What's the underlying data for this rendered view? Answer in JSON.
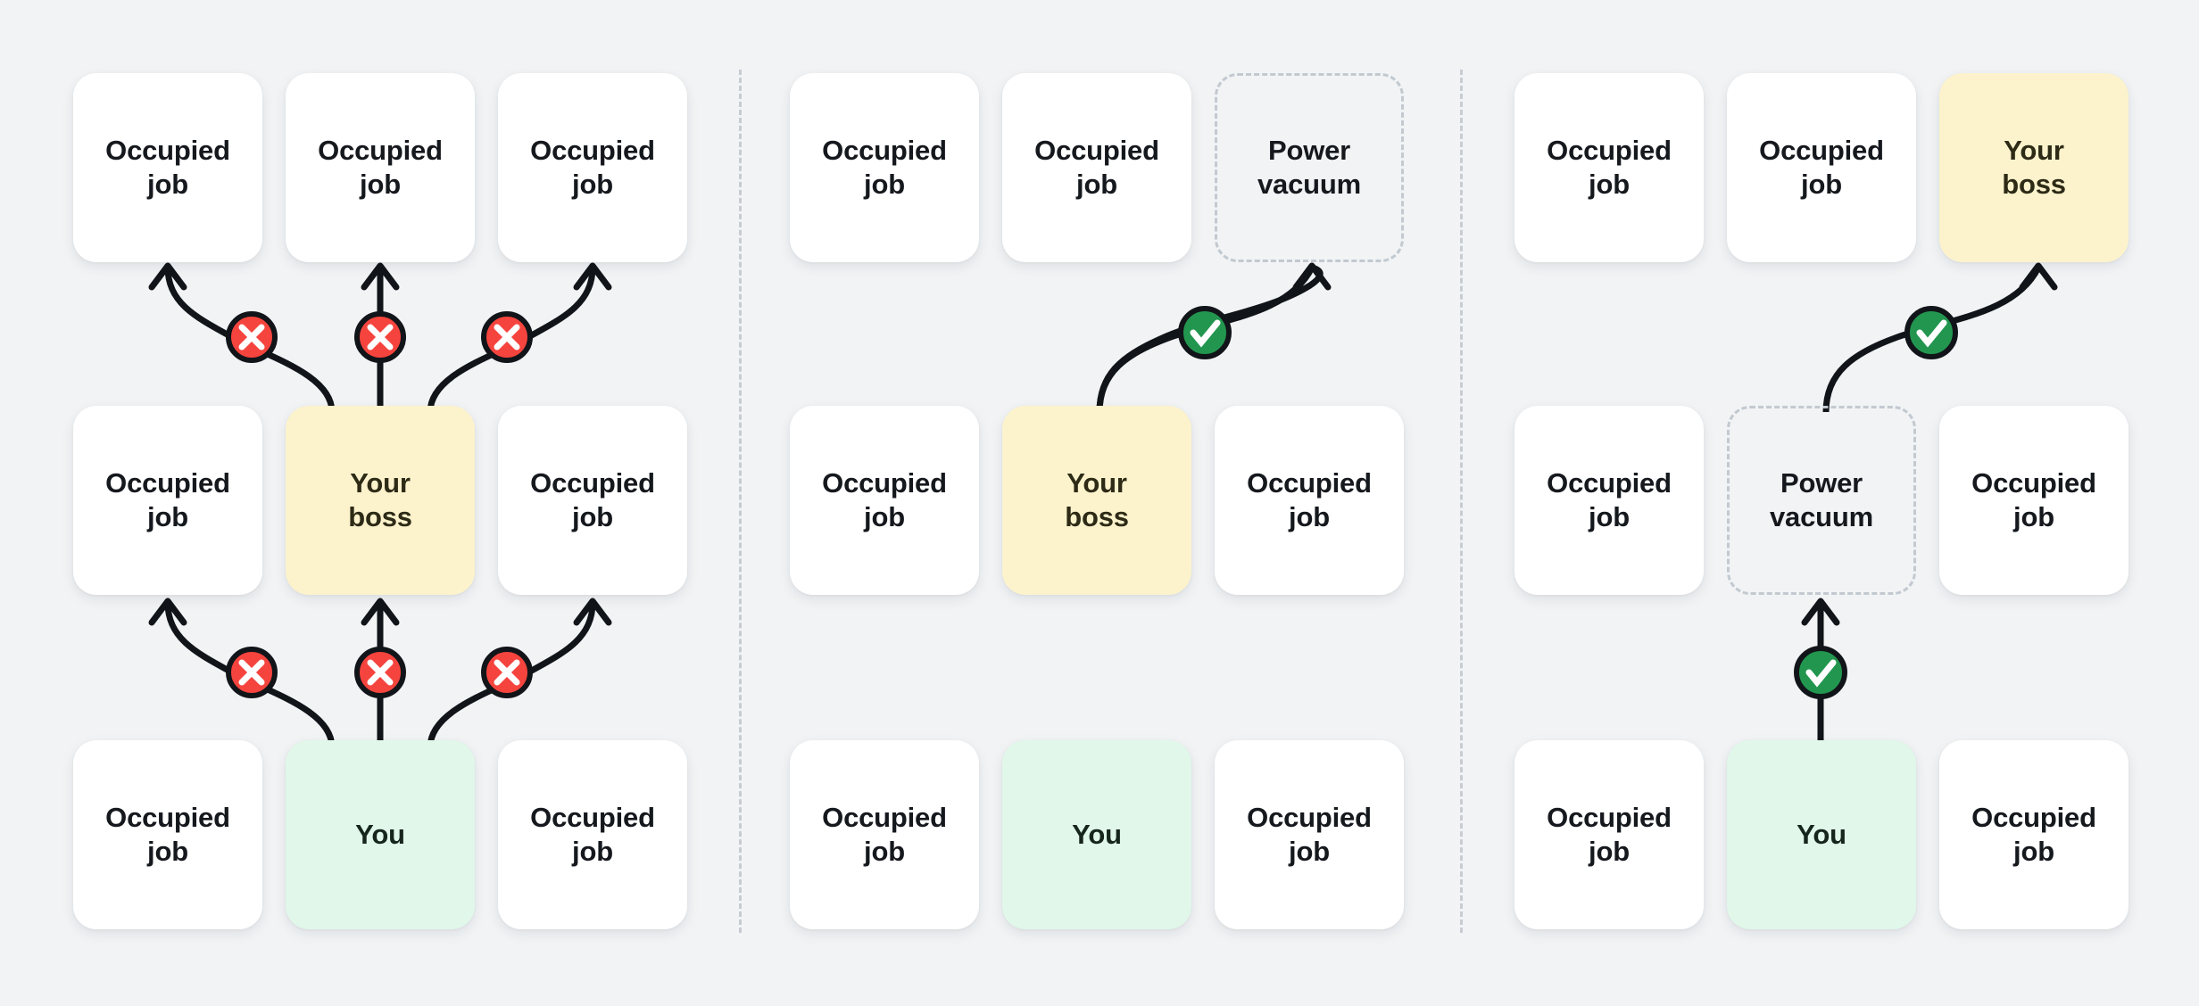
{
  "diagram": {
    "title": "Power vacuum promotion diagram",
    "background_color": "#f1f3f5",
    "colors": {
      "card_white": "#ffffff",
      "card_boss_yellow": "#fcf3cd",
      "card_you_green": "#e0f7ea",
      "vacuum_dash_border": "#c2c9d0",
      "badge_bad_red": "#f5443e",
      "badge_good_green": "#22964f",
      "arrow_black": "#111418",
      "divider_gray": "#c6ccd2"
    },
    "labels": {
      "occupied_job": "Occupied\njob",
      "your_boss": "Your\nboss",
      "power_vacuum": "Power\nvacuum",
      "you": "You"
    },
    "panels": [
      {
        "name": "panel-blocked",
        "rows": [
          {
            "name": "top-row",
            "cells": [
              {
                "id": "p1-r1-c1",
                "type": "occupied",
                "label": "Occupied\njob"
              },
              {
                "id": "p1-r1-c2",
                "type": "occupied",
                "label": "Occupied\njob"
              },
              {
                "id": "p1-r1-c3",
                "type": "occupied",
                "label": "Occupied\njob"
              }
            ]
          },
          {
            "name": "middle-row",
            "cells": [
              {
                "id": "p1-r2-c1",
                "type": "occupied",
                "label": "Occupied\njob"
              },
              {
                "id": "p1-r2-c2",
                "type": "boss",
                "label": "Your\nboss"
              },
              {
                "id": "p1-r2-c3",
                "type": "occupied",
                "label": "Occupied\njob"
              }
            ]
          },
          {
            "name": "bottom-row",
            "cells": [
              {
                "id": "p1-r3-c1",
                "type": "occupied",
                "label": "Occupied\njob"
              },
              {
                "id": "p1-r3-c2",
                "type": "you",
                "label": "You"
              },
              {
                "id": "p1-r3-c3",
                "type": "occupied",
                "label": "Occupied\njob"
              }
            ]
          }
        ],
        "badges": [
          {
            "id": "p1-b1",
            "state": "blocked",
            "glyph": "cross"
          },
          {
            "id": "p1-b2",
            "state": "blocked",
            "glyph": "cross"
          },
          {
            "id": "p1-b3",
            "state": "blocked",
            "glyph": "cross"
          },
          {
            "id": "p1-b4",
            "state": "blocked",
            "glyph": "cross"
          },
          {
            "id": "p1-b5",
            "state": "blocked",
            "glyph": "cross"
          },
          {
            "id": "p1-b6",
            "state": "blocked",
            "glyph": "cross"
          }
        ]
      },
      {
        "name": "panel-vacuum-opens",
        "rows": [
          {
            "name": "top-row",
            "cells": [
              {
                "id": "p2-r1-c1",
                "type": "occupied",
                "label": "Occupied\njob"
              },
              {
                "id": "p2-r1-c2",
                "type": "occupied",
                "label": "Occupied\njob"
              },
              {
                "id": "p2-r1-c3",
                "type": "vacuum",
                "label": "Power\nvacuum"
              }
            ]
          },
          {
            "name": "middle-row",
            "cells": [
              {
                "id": "p2-r2-c1",
                "type": "occupied",
                "label": "Occupied\njob"
              },
              {
                "id": "p2-r2-c2",
                "type": "boss",
                "label": "Your\nboss"
              },
              {
                "id": "p2-r2-c3",
                "type": "occupied",
                "label": "Occupied\njob"
              }
            ]
          },
          {
            "name": "bottom-row",
            "cells": [
              {
                "id": "p2-r3-c1",
                "type": "occupied",
                "label": "Occupied\njob"
              },
              {
                "id": "p2-r3-c2",
                "type": "you",
                "label": "You"
              },
              {
                "id": "p2-r3-c3",
                "type": "occupied",
                "label": "Occupied\njob"
              }
            ]
          }
        ],
        "badges": [
          {
            "id": "p2-b1",
            "state": "allowed",
            "glyph": "check"
          }
        ]
      },
      {
        "name": "panel-you-promoted",
        "rows": [
          {
            "name": "top-row",
            "cells": [
              {
                "id": "p3-r1-c1",
                "type": "occupied",
                "label": "Occupied\njob"
              },
              {
                "id": "p3-r1-c2",
                "type": "occupied",
                "label": "Occupied\njob"
              },
              {
                "id": "p3-r1-c3",
                "type": "boss",
                "label": "Your\nboss"
              }
            ]
          },
          {
            "name": "middle-row",
            "cells": [
              {
                "id": "p3-r2-c1",
                "type": "occupied",
                "label": "Occupied\njob"
              },
              {
                "id": "p3-r2-c2",
                "type": "vacuum",
                "label": "Power\nvacuum"
              },
              {
                "id": "p3-r2-c3",
                "type": "occupied",
                "label": "Occupied\njob"
              }
            ]
          },
          {
            "name": "bottom-row",
            "cells": [
              {
                "id": "p3-r3-c1",
                "type": "occupied",
                "label": "Occupied\njob"
              },
              {
                "id": "p3-r3-c2",
                "type": "you",
                "label": "You"
              },
              {
                "id": "p3-r3-c3",
                "type": "occupied",
                "label": "Occupied\njob"
              }
            ]
          }
        ],
        "badges": [
          {
            "id": "p3-b1",
            "state": "allowed",
            "glyph": "check"
          },
          {
            "id": "p3-b2",
            "state": "allowed",
            "glyph": "check"
          }
        ]
      }
    ]
  }
}
